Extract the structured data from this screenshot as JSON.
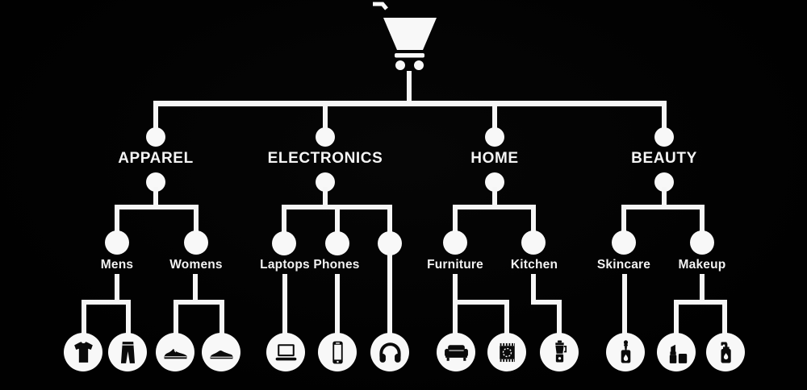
{
  "diagram": {
    "root": {
      "icon": "shopping-cart-icon"
    },
    "colors": {
      "background": "#020202",
      "foreground": "#f7f7f7",
      "icon_glyph": "#0a0a0a"
    },
    "categories": [
      {
        "label": "APPAREL",
        "children": [
          {
            "label": "Mens",
            "item_icons": [
              "tshirt-icon",
              "jeans-icon"
            ]
          },
          {
            "label": "Womens",
            "item_icons": [
              "sneaker-icon",
              "running-shoe-icon"
            ]
          }
        ]
      },
      {
        "label": "ELECTRONICS",
        "children": [
          {
            "label": "Laptops",
            "item_icons": [
              "laptop-icon"
            ]
          },
          {
            "label": "Phones",
            "item_icons": [
              "smartphone-icon"
            ]
          },
          {
            "label": "",
            "item_icons": [
              "headphones-icon"
            ]
          }
        ]
      },
      {
        "label": "HOME",
        "children": [
          {
            "label": "Furniture",
            "item_icons": [
              "sofa-icon",
              "rug-icon"
            ]
          },
          {
            "label": "Kitchen",
            "item_icons": [
              "blender-icon"
            ]
          }
        ]
      },
      {
        "label": "BEAUTY",
        "children": [
          {
            "label": "Skincare",
            "item_icons": [
              "dropper-bottle-icon"
            ]
          },
          {
            "label": "Makeup",
            "item_icons": [
              "lipstick-icon",
              "pump-bottle-icon"
            ]
          }
        ]
      }
    ]
  }
}
